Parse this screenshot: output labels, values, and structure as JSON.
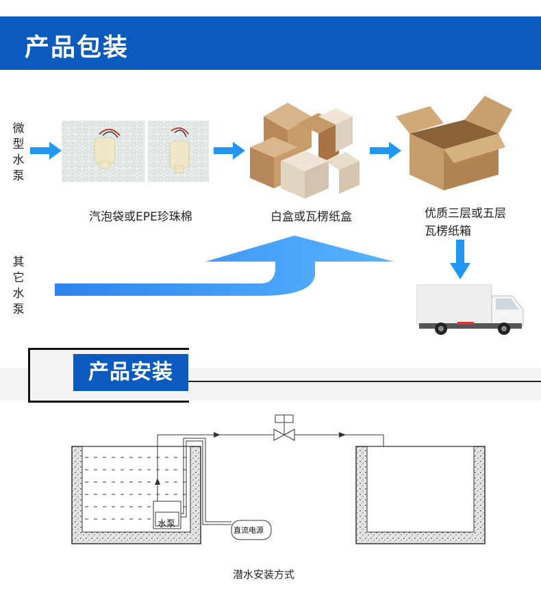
{
  "sections": {
    "packaging_title": "产品包装",
    "install_title": "产品安装"
  },
  "packaging": {
    "left_label_top": [
      "微",
      "型",
      "水",
      "泵"
    ],
    "left_label_bottom": [
      "其",
      "它",
      "水",
      "泵"
    ],
    "caption_1": "汽泡袋或EPE珍珠棉",
    "caption_2": "白盒或瓦楞纸盒",
    "caption_3_line1": "优质三层或五层",
    "caption_3_line2": "瓦楞纸箱",
    "accent_color": "#2196f3"
  },
  "install": {
    "pump_label": "水泵",
    "power_label": "直流电源",
    "caption": "潜水安装方式"
  }
}
